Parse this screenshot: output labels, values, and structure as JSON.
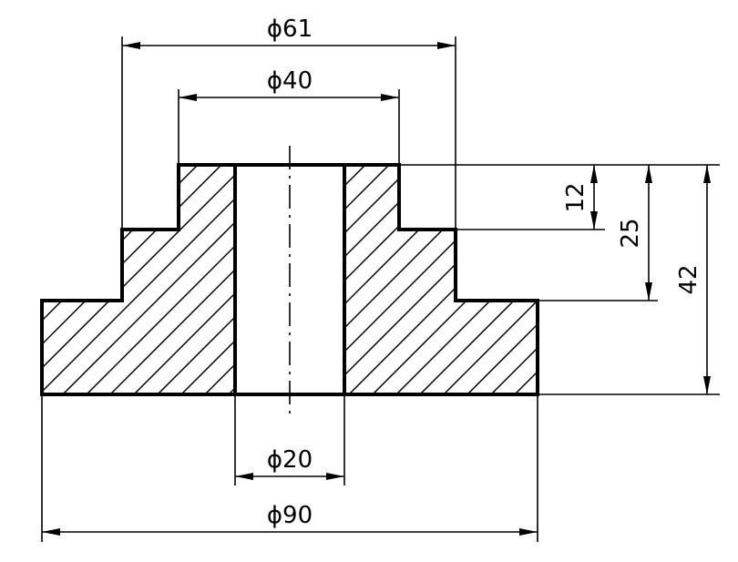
{
  "drawing": {
    "dimensions": {
      "d61": "ϕ61",
      "d40": "ϕ40",
      "d20": "ϕ20",
      "d90": "ϕ90",
      "h12": "12",
      "h25": "25",
      "h42": "42"
    }
  }
}
